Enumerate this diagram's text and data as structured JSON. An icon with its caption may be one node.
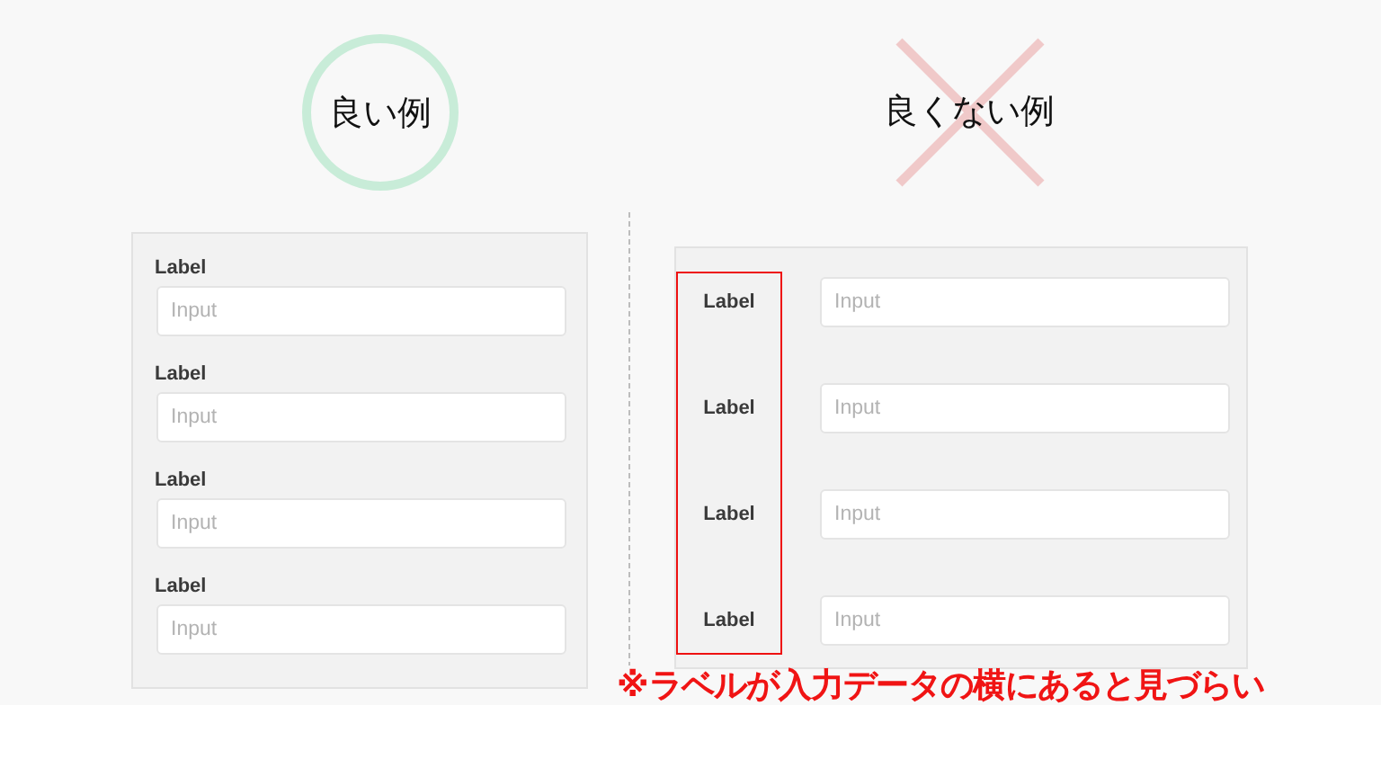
{
  "diagram": {
    "nodes": [
      {
        "text": [
          "良い例"
        ]
      },
      {
        "text": [],
        "shape": "box"
      },
      {
        "text": [
          "Label",
          "Input"
        ],
        "in": 1
      },
      {
        "text": [
          "Label",
          "Input"
        ],
        "in": 1
      },
      {
        "text": [
          "Label",
          "Input"
        ],
        "in": 1
      },
      {
        "text": [
          "Label",
          "Input"
        ],
        "in": 1
      },
      {
        "text": [],
        "shape": "box"
      },
      {
        "text": [
          "Label",
          "Label",
          "Label",
          "Label"
        ],
        "in": 6
      },
      {
        "text": [
          "Input"
        ],
        "in": 6
      },
      {
        "text": [
          "Input"
        ],
        "in": 6
      },
      {
        "text": [
          "Input"
        ],
        "in": 6
      },
      {
        "text": [
          "Input"
        ],
        "in": 6
      }
    ],
    "labels": [
      "良くない例",
      "※ラベルが入力データの横にあると見づらい"
    ]
  }
}
